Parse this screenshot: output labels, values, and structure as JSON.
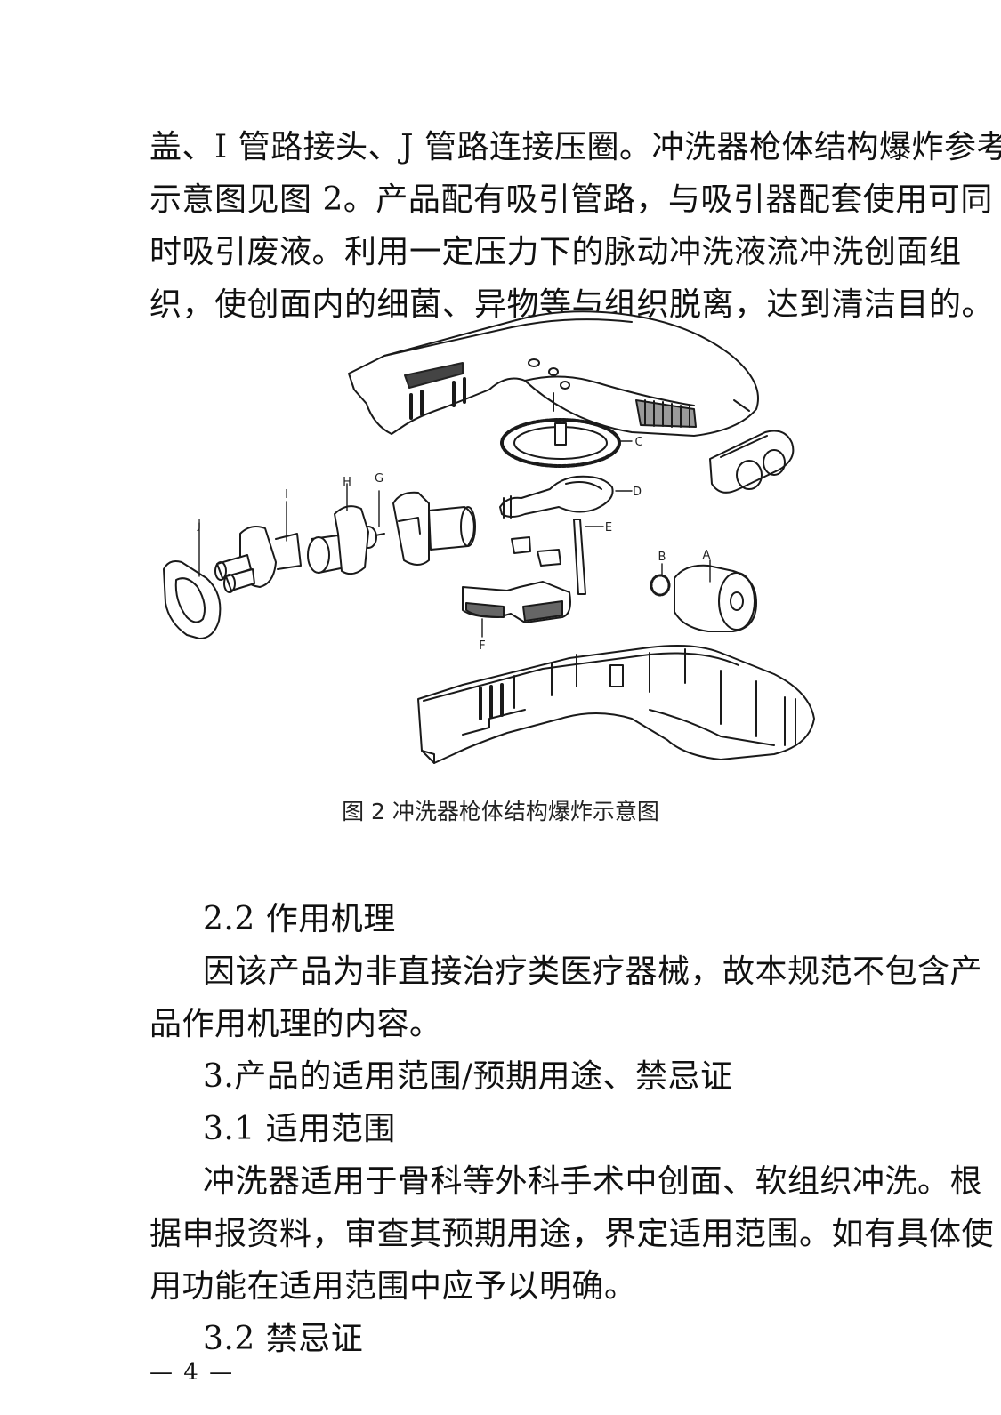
{
  "intro": {
    "lines": [
      "盖、I 管路接头、J 管路连接压圈。冲洗器枪体结构爆炸参考",
      "示意图见图 2。产品配有吸引管路，与吸引器配套使用可同",
      "时吸引废液。利用一定压力下的脉动冲洗液流冲洗创面组",
      "织，使创面内的细菌、异物等与组织脱离，达到清洁目的。"
    ]
  },
  "figure": {
    "labels": {
      "A": "A",
      "B": "B",
      "C": "C",
      "D": "D",
      "E": "E",
      "F": "F",
      "G": "G",
      "H": "H",
      "I": "I",
      "J": "J"
    },
    "caption": "图 2  冲洗器枪体结构爆炸示意图"
  },
  "section_2_2": {
    "heading": "2.2  作用机理",
    "lines": [
      "因该产品为非直接治疗类医疗器械，故本规范不包含产",
      "品作用机理的内容。"
    ]
  },
  "section_3": {
    "heading": "3.产品的适用范围/预期用途、禁忌证"
  },
  "section_3_1": {
    "heading": "3.1 适用范围",
    "lines": [
      "冲洗器适用于骨科等外科手术中创面、软组织冲洗。根",
      "据申报资料，审查其预期用途，界定适用范围。如有具体使",
      "用功能在适用范围中应予以明确。"
    ]
  },
  "section_3_2": {
    "heading": "3.2 禁忌证"
  },
  "footer": {
    "page_number": "— 4 —"
  }
}
